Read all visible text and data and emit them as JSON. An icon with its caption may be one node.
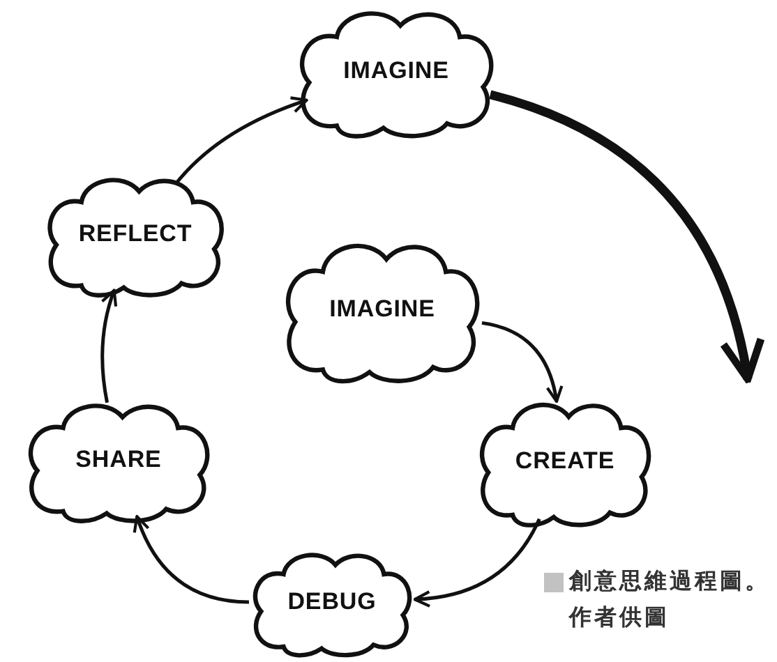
{
  "diagram": {
    "caption": "創意思維過程圖。作者供圖",
    "nodes": [
      {
        "text": [
          "IMAGINE"
        ]
      },
      {
        "text": [
          "REFLECT"
        ]
      },
      {
        "text": [
          "IMAGINE"
        ]
      },
      {
        "text": [
          "CREATE"
        ]
      },
      {
        "text": [
          "SHARE"
        ]
      },
      {
        "text": [
          "DEBUG"
        ]
      }
    ],
    "edges": [
      {
        "from": 2,
        "to": 3,
        "arrow": "to"
      },
      {
        "from": 3,
        "to": 5,
        "arrow": "to"
      },
      {
        "from": 5,
        "to": 4,
        "arrow": "to"
      },
      {
        "from": 4,
        "to": 1,
        "arrow": "to"
      },
      {
        "from": 1,
        "to": 0,
        "arrow": "to"
      },
      {
        "from": 0,
        "to": null,
        "arrow": "to",
        "style": "thick"
      }
    ]
  }
}
